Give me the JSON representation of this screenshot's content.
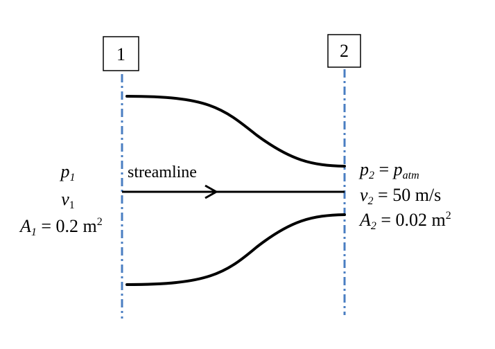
{
  "sections": [
    {
      "label": "1"
    },
    {
      "label": "2"
    }
  ],
  "streamline_label": "streamline",
  "station1": {
    "pressure": {
      "sym": "p",
      "sub": "1"
    },
    "velocity": {
      "sym": "v",
      "sub": "1"
    },
    "area": {
      "sym": "A",
      "sub": "1",
      "rest": " = 0.2 m",
      "sup": "2"
    }
  },
  "station2": {
    "pressure": {
      "sym": "p",
      "sub": "2",
      "eq": " = ",
      "sym2": "p",
      "sub2": "atm"
    },
    "velocity": {
      "sym": "v",
      "sub": "2",
      "rest": " = 50 m/s"
    },
    "area": {
      "sym": "A",
      "sub": "2",
      "rest": " = 0.02 m",
      "sup": "2"
    }
  },
  "colors": {
    "section_line": "#4a7ec2",
    "outline": "#000000"
  }
}
